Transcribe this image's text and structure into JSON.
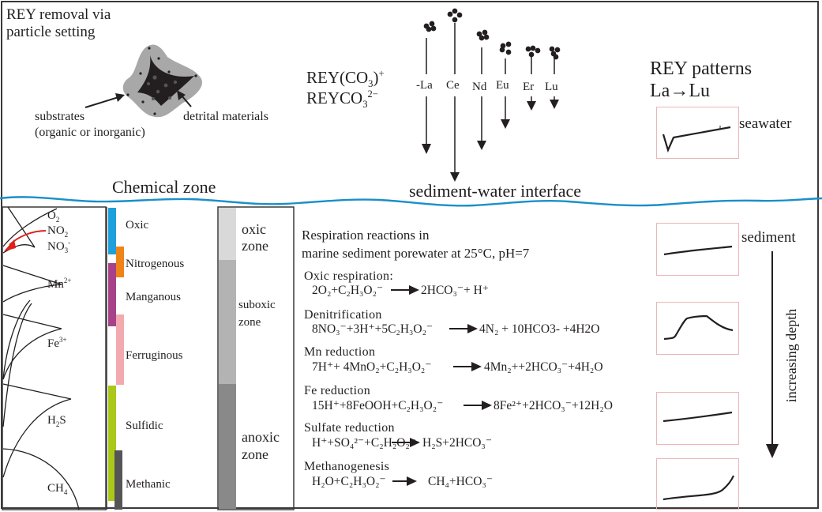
{
  "top": {
    "removal_title_line1": "REY removal via",
    "removal_title_line2": "particle setting",
    "substrates_label_line1": "substrates",
    "substrates_label_line2": "(organic or inorganic)",
    "detrital_label": "detrital materials",
    "species": {
      "line1_main": "REY(CO",
      "line1_sub": "3",
      "line1_close": ")",
      "line1_sup": "+",
      "line2_main": "REYCO",
      "line2_sub": "3",
      "line2_sup": "2−"
    },
    "elements": [
      {
        "label": "-La"
      },
      {
        "label": "Ce"
      },
      {
        "label": "Nd"
      },
      {
        "label": "Eu"
      },
      {
        "label": "Er"
      },
      {
        "label": "Lu"
      }
    ],
    "interface_label": "sediment-water interface",
    "patterns_title_line1": "REY patterns",
    "patterns_title_line2": "La→Lu",
    "seawater_label": "seawater"
  },
  "chemical_zone": {
    "title": "Chemical zone",
    "species_labels": {
      "o2": "O",
      "o2_sub": "2",
      "no2": "NO",
      "no2_sub": "2",
      "no3": "NO",
      "no3_sub": "3",
      "no3_sup": "-",
      "mn": "Mn",
      "mn_sup": "2+",
      "fe": "Fe",
      "fe_sup": "3+",
      "h2s_a": "H",
      "h2s_sub": "2",
      "h2s_b": "S",
      "ch4": "CH",
      "ch4_sub": "4"
    },
    "zones": [
      {
        "label": "Oxic",
        "color": "#1ea0dc"
      },
      {
        "label": "Nitrogenous",
        "color": "#ef8418"
      },
      {
        "label": "Manganous",
        "color": "#a7428a"
      },
      {
        "label": "Ferruginous",
        "color": "#f2aab0"
      },
      {
        "label": "Sulfidic",
        "color": "#a9c81a"
      },
      {
        "label": "Methanic",
        "color": "#555555"
      }
    ],
    "redox_zones": [
      {
        "line1": "oxic",
        "line2": "zone",
        "color": "#d9d9d9"
      },
      {
        "line1": "suboxic",
        "line2": "zone",
        "color": "#b3b3b3"
      },
      {
        "line1": "anoxic",
        "line2": "zone",
        "color": "#898989"
      }
    ]
  },
  "reactions": {
    "title_line1": "Respiration reactions in",
    "title_line2": "marine sediment porewater at 25°C, pH=7",
    "items": [
      {
        "name": "Oxic respiration:",
        "lhs": "2O₂+C₂H₃O₂⁻",
        "rhs": "2HCO₃⁻+ H⁺"
      },
      {
        "name": "Denitrification",
        "lhs": "8NO₃⁻+3H⁺+5C₂H₃O₂⁻",
        "rhs": "4N₂ + 10HCO3- +4H2O"
      },
      {
        "name": "Mn reduction",
        "lhs": "7H⁺+ 4MnO₂+C₂H₃O₂⁻",
        "rhs": "4Mn₂++2HCO₃⁻+4H₂O"
      },
      {
        "name": "Fe reduction",
        "lhs": "15H⁺+8FeOOH+C₂H₃O₂⁻",
        "rhs": "8Fe²⁺+2HCO₃⁻+12H₂O"
      },
      {
        "name": "Sulfate reduction",
        "lhs": "H⁺+SO₄²⁻+C₂H₂O₂⁻",
        "rhs": "H₂S+2HCO₃⁻"
      },
      {
        "name": "Methanogenesis",
        "lhs": "H₂O+C₂H₃O₂⁻",
        "rhs": "CH₄+HCO₃⁻"
      }
    ]
  },
  "sediment": {
    "label": "sediment",
    "depth_label": "increasing depth"
  },
  "colors": {
    "water_line": "#1a8fc8",
    "red_arrow": "#e0201b",
    "pattern_box": "#eab6b9"
  }
}
